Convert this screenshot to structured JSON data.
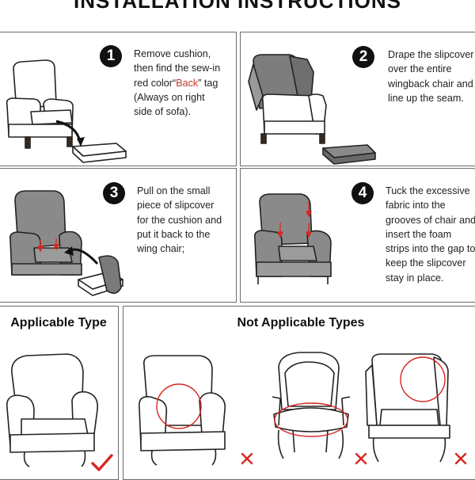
{
  "page": {
    "title": "INSTALLATION INSTRUCTIONS"
  },
  "steps": [
    {
      "number": "1",
      "text_before": "Remove cushion,\nthen find the sew-in\nred color“",
      "tag": "Back",
      "text_after": "” tag\n(Always on right\nside of sofa)."
    },
    {
      "number": "2",
      "text": "Drape the slipcover\nover the entire\nwingback chair and\nline up the seam."
    },
    {
      "number": "3",
      "text": "Pull on the small\npiece of slipcover\nfor the cushion and\nput it back to the\nwing chair;"
    },
    {
      "number": "4",
      "text": "Tuck the excessive\nfabric into the\ngrooves of chair and\ninsert the foam\nstrips into the gap to\nkeep the slipcover\nstay in place."
    }
  ],
  "types": {
    "applicable_title": "Applicable Type",
    "not_applicable_title": "Not Applicable Types"
  },
  "colors": {
    "accent_red": "#d7261e",
    "slipcover_gray": "#8a8a8a",
    "outline": "#222222"
  },
  "icons": {
    "applicable": "check-mark-icon",
    "not_applicable": "cross-mark-icon"
  }
}
